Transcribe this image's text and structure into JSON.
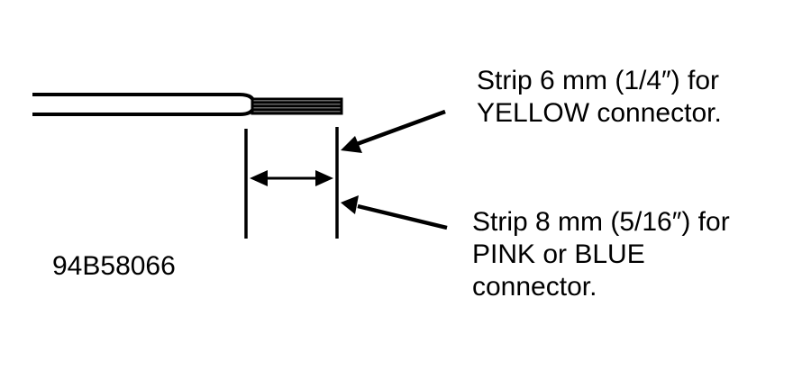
{
  "figure_number": "94B58066",
  "callouts": {
    "yellow": {
      "line1": "Strip 6 mm (1/4″) for",
      "line2": "YELLOW connector."
    },
    "pink_blue": {
      "line1": "Strip 8 mm (5/16″) for",
      "line2": "PINK or BLUE",
      "line3": "connector."
    }
  }
}
